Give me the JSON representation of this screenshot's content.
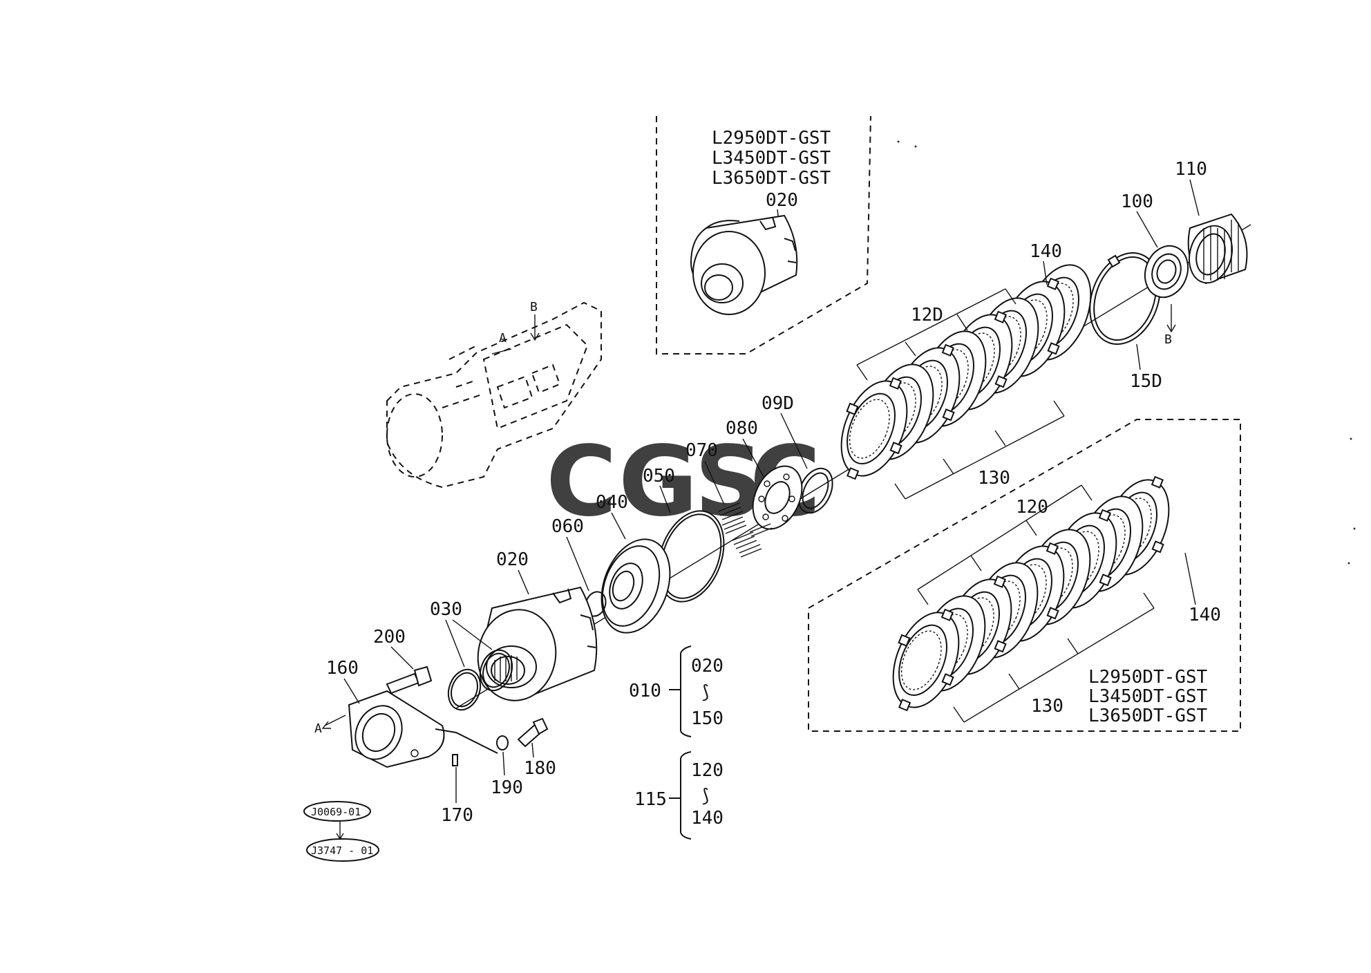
{
  "watermark": {
    "letters": [
      "C",
      "G",
      "S",
      "C"
    ],
    "colors": [
      "#4a8cf0",
      "#ea6a5e",
      "#f2c233",
      "#3aa85c"
    ]
  },
  "models_top": [
    "L2950DT-GST",
    "L3450DT-GST",
    "L3650DT-GST"
  ],
  "models_bottom": [
    "L2950DT-GST",
    "L3450DT-GST",
    "L3650DT-GST"
  ],
  "callouts": {
    "c020_top": "020",
    "c110": "110",
    "c100": "100",
    "c140_top": "140",
    "c12D": "12D",
    "c15D": "15D",
    "c09D": "09D",
    "c080": "080",
    "c070": "070",
    "c050": "050",
    "c040": "040",
    "c060": "060",
    "c020_mid": "020",
    "c030": "030",
    "c200": "200",
    "c160": "160",
    "c190": "190",
    "c180": "180",
    "c170": "170",
    "c130_top": "130",
    "c120_bottom": "120",
    "c140_bottom": "140",
    "c130_bottom": "130",
    "arrow_A_top": "A",
    "arrow_B_top": "B",
    "arrow_B_right": "B",
    "arrow_A_left": "A"
  },
  "assembly_groups": [
    {
      "id": "010",
      "from": "020",
      "tilde": "⟆",
      "to": "150"
    },
    {
      "id": "115",
      "from": "120",
      "tilde": "⟆",
      "to": "140"
    }
  ],
  "reference_codes": [
    "J0069-01",
    "J3747 - 01"
  ]
}
